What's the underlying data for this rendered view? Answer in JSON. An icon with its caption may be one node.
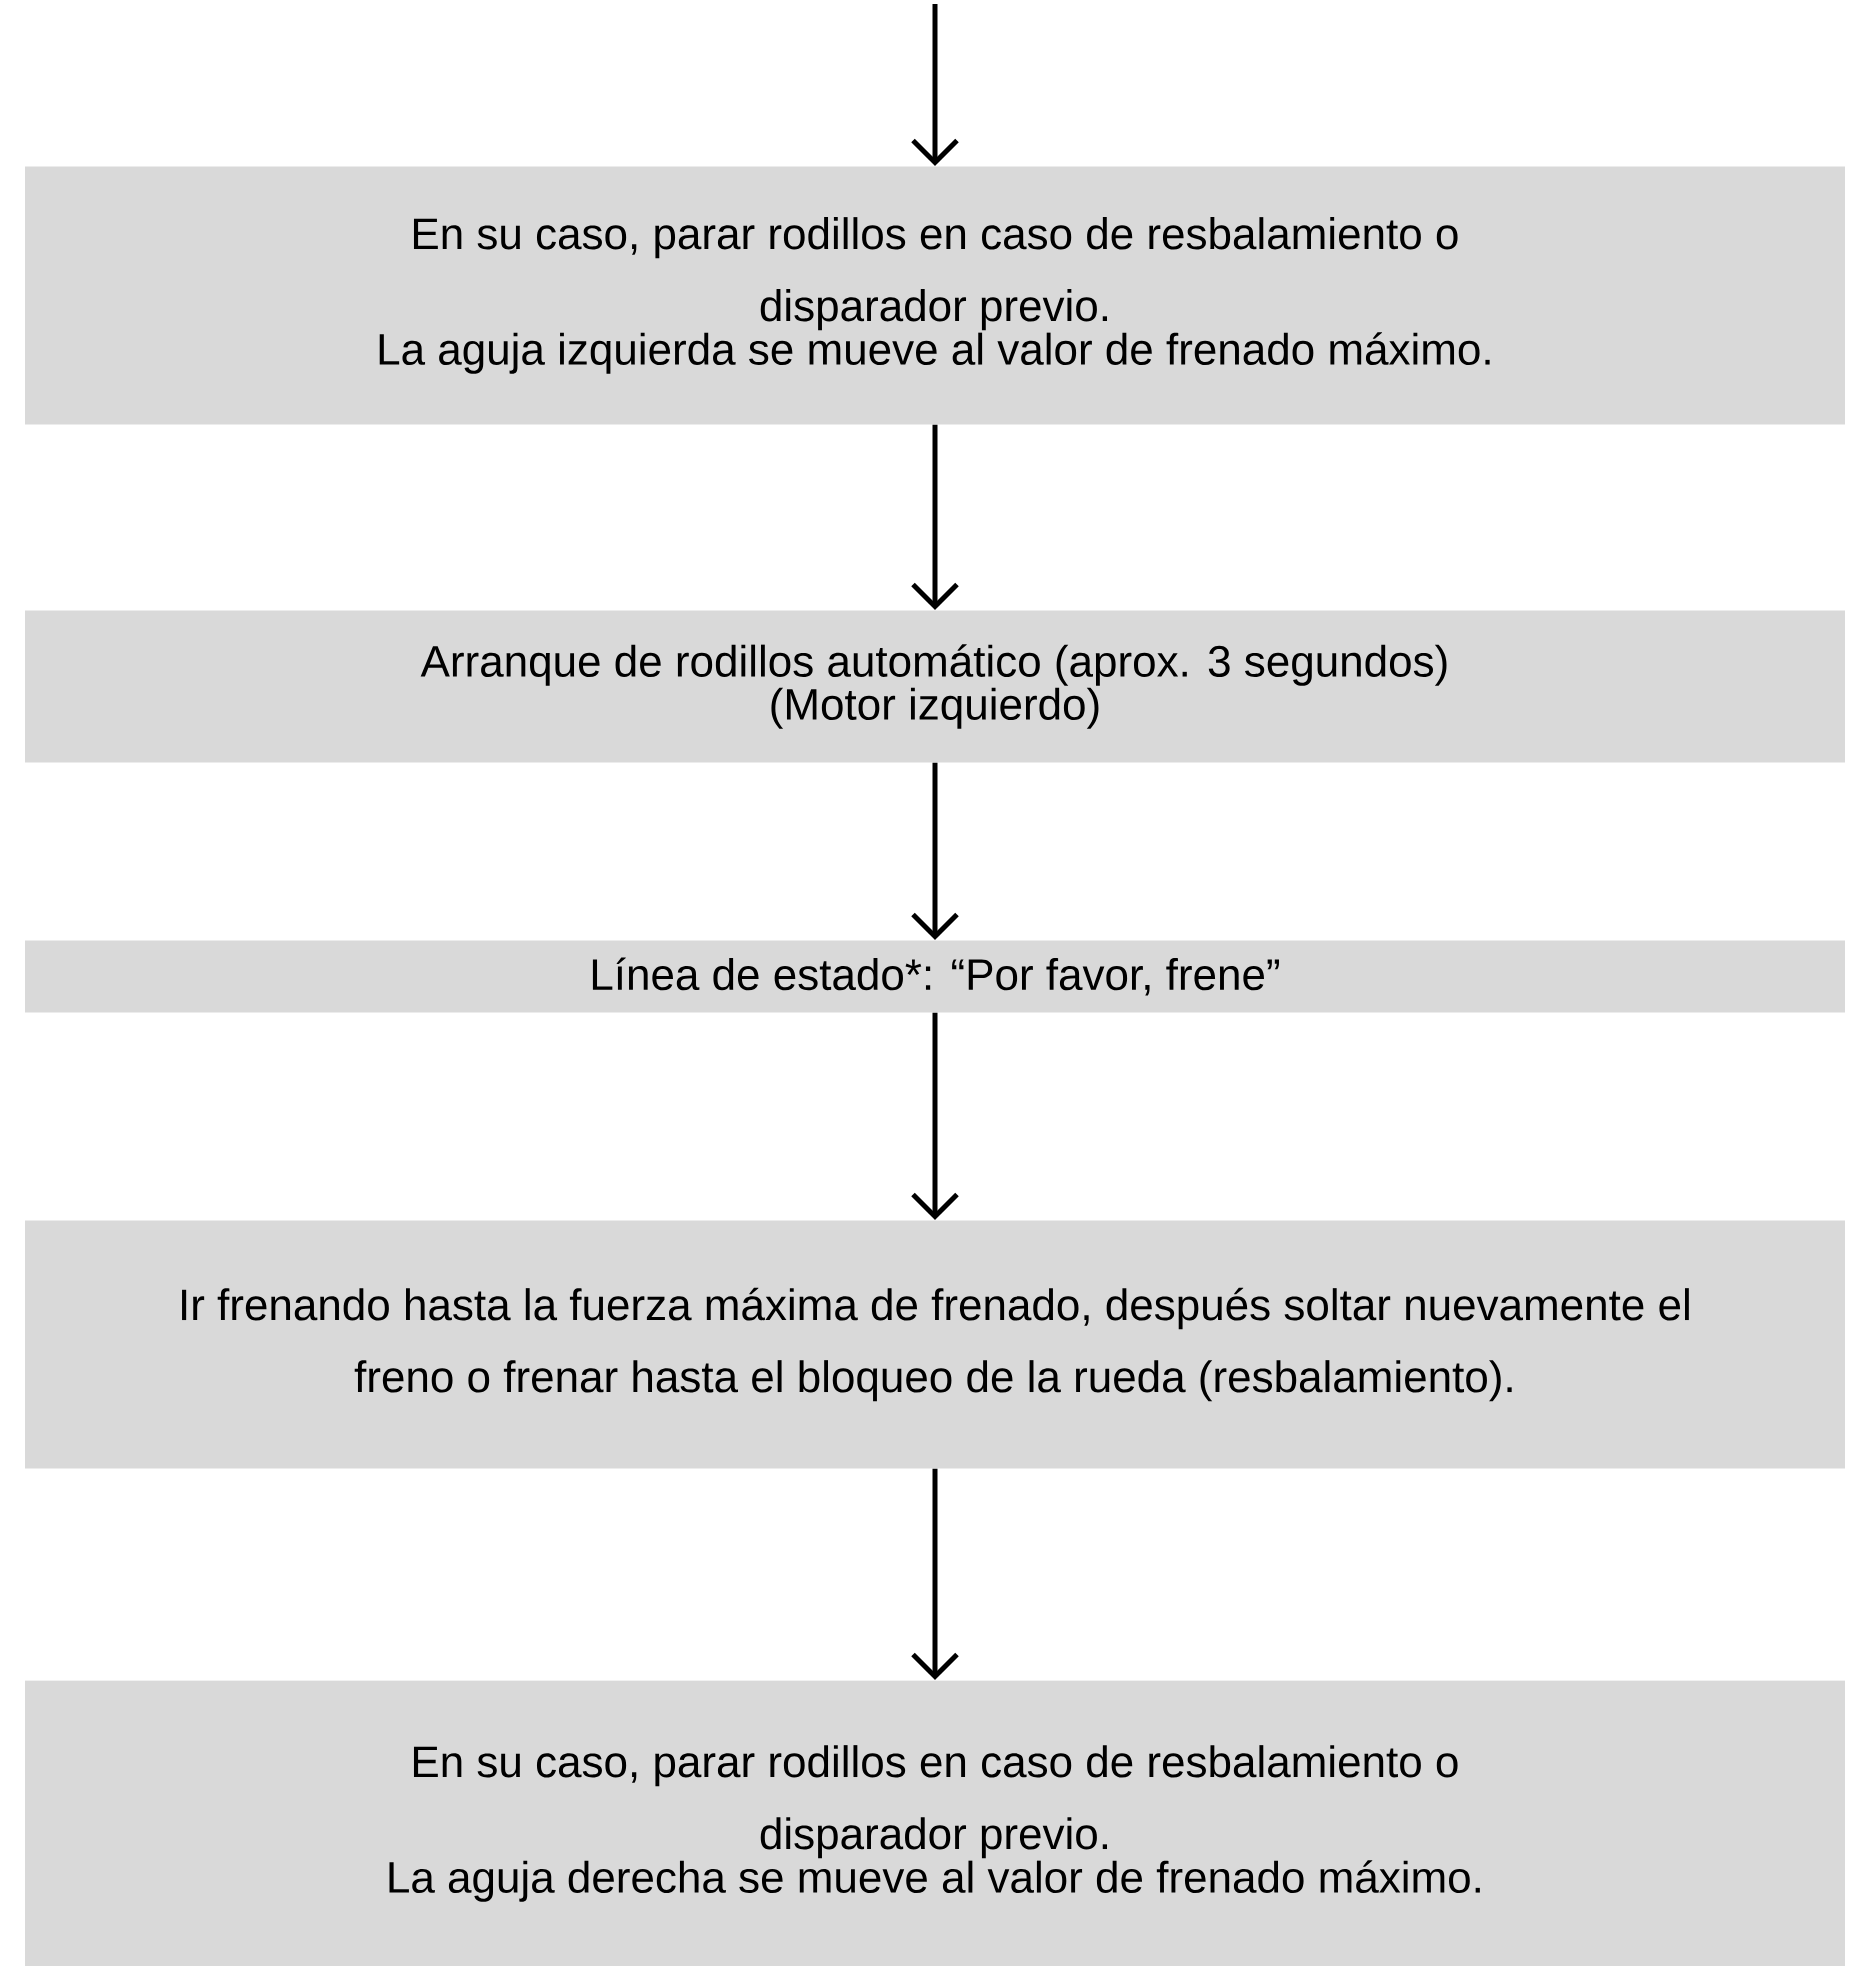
{
  "diagram": {
    "nodes": [
      {
        "text": [
          "En su caso, parar rodillos en caso de resbalamiento o disparador previo.",
          "La aguja izquierda se mueve al valor de frenado máximo."
        ]
      },
      {
        "text": [
          "Arranque de rodillos automático (aprox. 3 segundos)",
          "(Motor izquierdo)"
        ]
      },
      {
        "text": [
          "Línea de estado*: “Por favor, frene”"
        ]
      },
      {
        "text": [
          "Ir frenando hasta la fuerza máxima de frenado, después soltar nuevamente el freno o frenar hasta el bloqueo de la rueda (resbalamiento)."
        ]
      },
      {
        "text": [
          "En su caso, parar rodillos en caso de resbalamiento o disparador previo.",
          "La aguja derecha se mueve al valor de frenado máximo."
        ]
      }
    ],
    "edges": [
      {
        "from": null,
        "to": 0,
        "arrow": "to"
      },
      {
        "from": 0,
        "to": 1,
        "arrow": "to"
      },
      {
        "from": 1,
        "to": 2,
        "arrow": "to"
      },
      {
        "from": 2,
        "to": 3,
        "arrow": "to"
      },
      {
        "from": 3,
        "to": 4,
        "arrow": "to"
      }
    ]
  }
}
